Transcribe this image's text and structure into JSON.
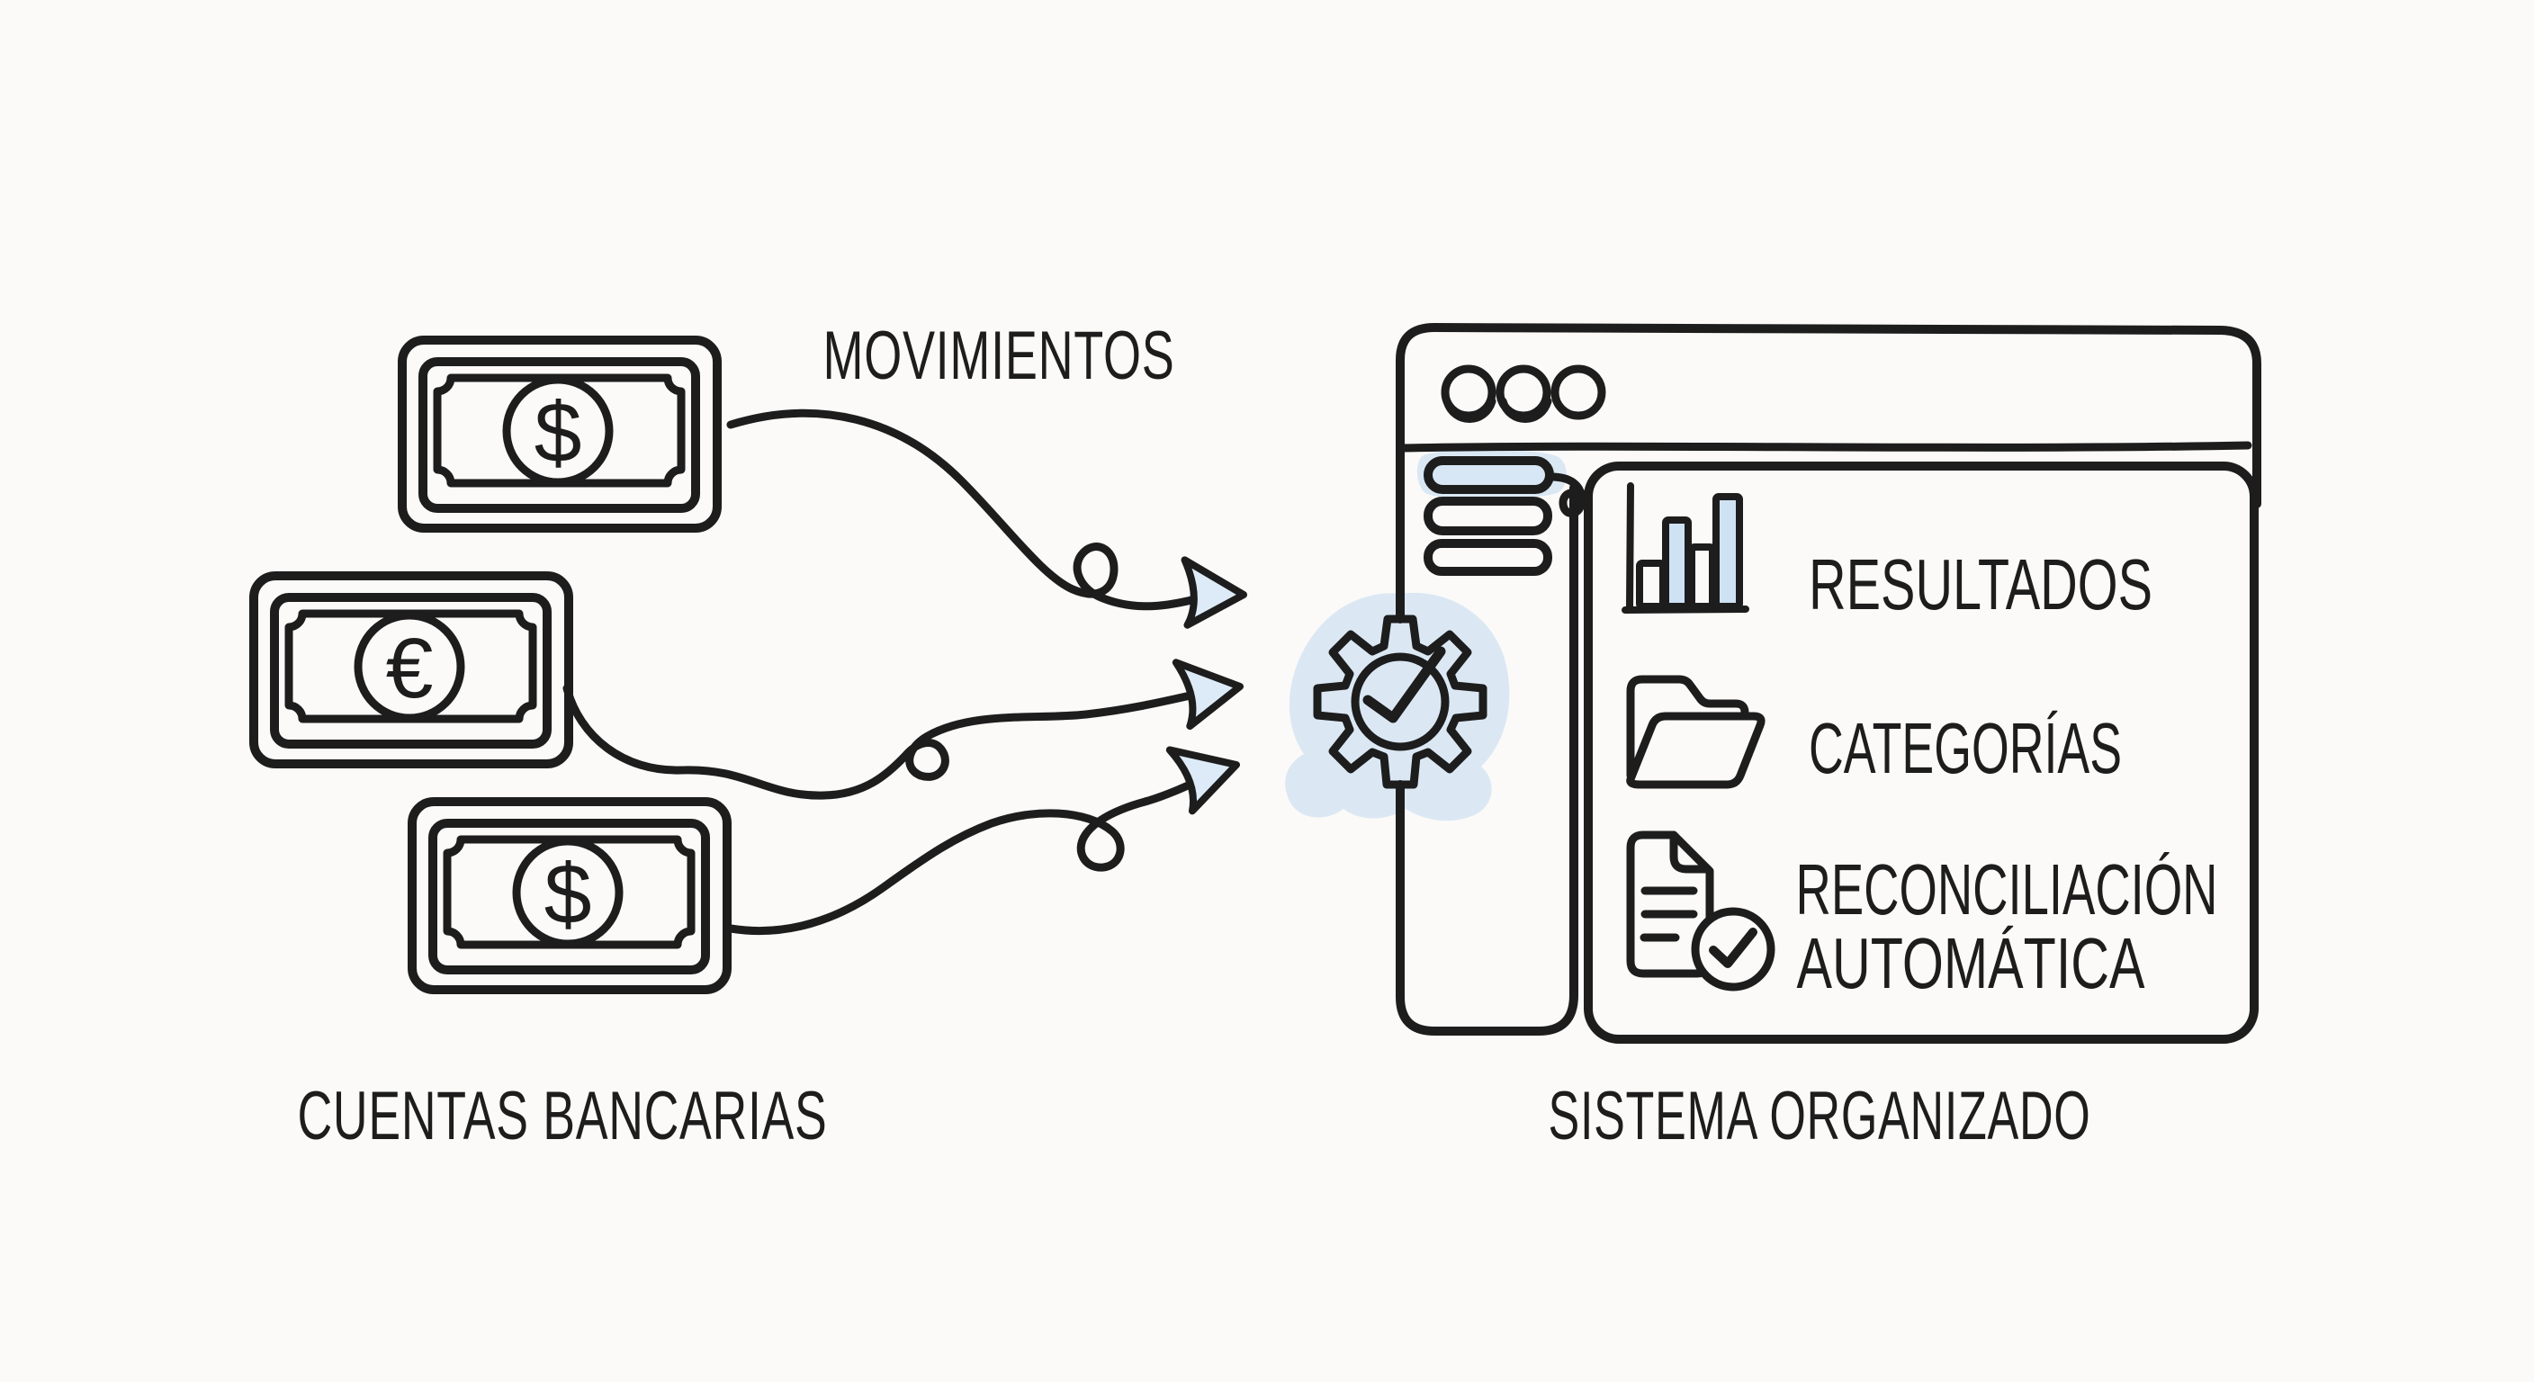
{
  "illustration": {
    "title_left": "CUENTAS BANCARIAS",
    "title_right": "SISTEMA ORGANIZADO",
    "flow_label": "MOVIMIENTOS",
    "bills": [
      {
        "name": "dollar-bill-top",
        "symbol": "$"
      },
      {
        "name": "euro-bill-middle",
        "symbol": "€"
      },
      {
        "name": "dollar-bill-bottom",
        "symbol": "$"
      }
    ],
    "arrows": {
      "count": 3,
      "style": "wavy-looped",
      "head_fill": "#dcebf7"
    },
    "system_window": {
      "caption": "SISTEMA ORGANIZADO",
      "titlebar_buttons": 3,
      "sidebar_pills": 3,
      "status_icon": "gear-check",
      "menu": [
        {
          "icon": "bar-chart-icon",
          "label": "RESULTADOS",
          "highlighted": false
        },
        {
          "icon": "folder-icon",
          "label": "CATEGORÍAS",
          "highlighted": false
        },
        {
          "icon": "document-check-icon",
          "label": "RECONCILIACIÓN AUTOMÁTICA",
          "label_line1": "RECONCILIACIÓN",
          "label_line2": "AUTOMÁTICA",
          "highlighted": true
        }
      ]
    },
    "colors": {
      "ink": "#1d1d1d",
      "highlight_blue": "#cfe2f3",
      "arrowhead_fill": "#dcebf7",
      "background": "#fbfaf8"
    }
  }
}
